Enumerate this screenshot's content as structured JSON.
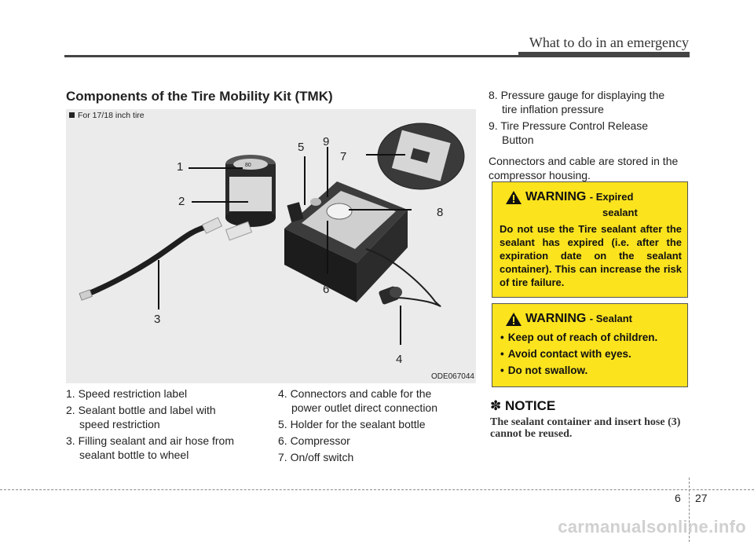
{
  "header": {
    "title": "What to do in an emergency"
  },
  "section": {
    "title": "Components of the Tire Mobility Kit (TMK)"
  },
  "figure": {
    "tag": "For 17/18 inch tire",
    "code": "ODE067044",
    "callouts": [
      "1",
      "2",
      "3",
      "4",
      "5",
      "6",
      "7",
      "8",
      "9"
    ]
  },
  "components_left": [
    {
      "line1": "1. Speed restriction label",
      "line2": ""
    },
    {
      "line1": "2. Sealant bottle and label with",
      "line2": "speed restriction"
    },
    {
      "line1": "3. Filling sealant and air hose from",
      "line2": "sealant bottle to wheel"
    }
  ],
  "components_mid": [
    {
      "line1": "4. Connectors and cable for the",
      "line2": "power outlet direct connection"
    },
    {
      "line1": "5. Holder for the sealant bottle",
      "line2": ""
    },
    {
      "line1": "6. Compressor",
      "line2": ""
    },
    {
      "line1": "7. On/off switch",
      "line2": ""
    }
  ],
  "components_right": [
    {
      "line1": "8. Pressure gauge for displaying the",
      "line2": "tire inflation pressure"
    },
    {
      "line1": "9. Tire Pressure Control Release",
      "line2": "Button"
    }
  ],
  "connectors_note": "Connectors and cable are stored in the compressor housing.",
  "warning1": {
    "label": "WARNING",
    "subtitle_line1": "- Expired",
    "subtitle_line2": "sealant",
    "body": "Do not use the Tire sealant after the sealant has expired (i.e. after the expiration date on the sealant container). This can increase the risk of tire failure."
  },
  "warning2": {
    "label": "WARNING",
    "subtitle": "- Sealant",
    "items": [
      "Keep out of reach of children.",
      "Avoid contact with eyes.",
      "Do not swallow."
    ]
  },
  "notice": {
    "title": "✽ NOTICE",
    "text": "The sealant container and insert hose (3) cannot be reused."
  },
  "footer": {
    "chapter": "6",
    "page": "27",
    "watermark": "carmanualsonline.info"
  },
  "colors": {
    "warning_bg": "#fbe31e",
    "figure_bg": "#ebebeb"
  }
}
